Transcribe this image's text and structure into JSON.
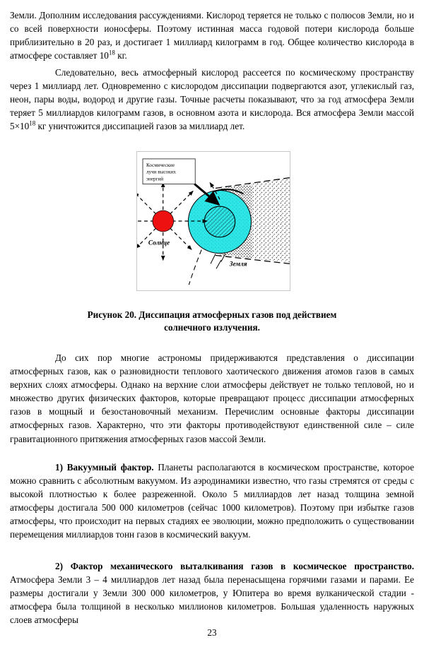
{
  "document": {
    "page_number": "23",
    "paragraphs": {
      "p1_line_start": "Земли. Дополним исследования рассуждениями. Кислород теряется не только с полюсов Земли, но и со всей поверхности ионосферы. Поэтому истинная масса годовой потери кислорода больше приблизительно в 20 раз, и достигает 1 миллиард килограмм в год. Общее количество кислорода в атмосфере составляет 10",
      "p1_sup": "18",
      "p1_tail": " кг.",
      "p2": "Следовательно, весь атмосферный кислород рассеется по космическому пространству через 1 миллиард лет. Одновременно с кислородом диссипации подвергаются азот, углекислый газ, неон, пары воды, водород и другие газы. Точные расчеты показывают, что за год атмосфера Земли теряет 5 миллиардов килограмм газов, в основном азота и кислорода. Вся атмосфера Земли массой 5×10",
      "p2_sup": "18",
      "p2_tail": " кг уничтожится диссипацией газов за миллиард лет.",
      "p3": "До сих пор многие астрономы придерживаются представления о диссипации атмосферных газов, как о разновидности теплового хаотического движения атомов газов в самых верхних слоях атмосферы. Однако на верхние слои атмосферы действует не только тепловой, но и множество других физических факторов, которые превращают процесс диссипации атмосферных газов в мощный и безостановочный механизм. Перечислим основные факторы диссипации атмосферных газов. Характерно, что эти факторы противодействуют единственной силе – силе гравитационного притяжения атмосферных газов массой Земли.",
      "item1_number": "1)",
      "item1_title": "Вакуумный фактор.",
      "item1_body": " Планеты располагаются в космическом пространстве, которое можно сравнить с абсолютным вакуумом. Из аэродинамики известно, что газы стремятся от среды с высокой плотностью к более разреженной. Около 5 миллиардов лет назад толщина земной атмосферы достигала 500 000 километров (сейчас 1000 километров). Поэтому при избытке газов атмосферы, что происходит на первых стадиях ее эволюции, можно предположить о существовании перемещения миллиардов тонн газов в космический вакуум.",
      "item2_number": "2)",
      "item2_title": "Фактор механического выталкивания газов в космическое пространство.",
      "item2_body": " Атмосфера Земли 3 – 4 миллиардов лет назад была перенасыщена горячими газами и парами. Ее размеры достигали у Земли 300 000 километров, у Юпитера во время вулканической стадии - атмосфера была толщиной в несколько миллионов километров. Большая удаленность наружных слоев атмосферы"
    },
    "figure": {
      "caption_line1": "Рисунок 20. Диссипация атмосферных газов под действием",
      "caption_line2": "солнечного излучения.",
      "label_box_line1": "Космические",
      "label_box_line2": "лучи высоких",
      "label_box_line3": "энергий",
      "sun_label": "Солнце",
      "earth_label": "Земля",
      "colors": {
        "sun": "#ee1111",
        "atmosphere": "#2ee6e6",
        "earth_core": "#ffffff",
        "line": "#000000",
        "frame": "#c8c8c8"
      }
    }
  }
}
